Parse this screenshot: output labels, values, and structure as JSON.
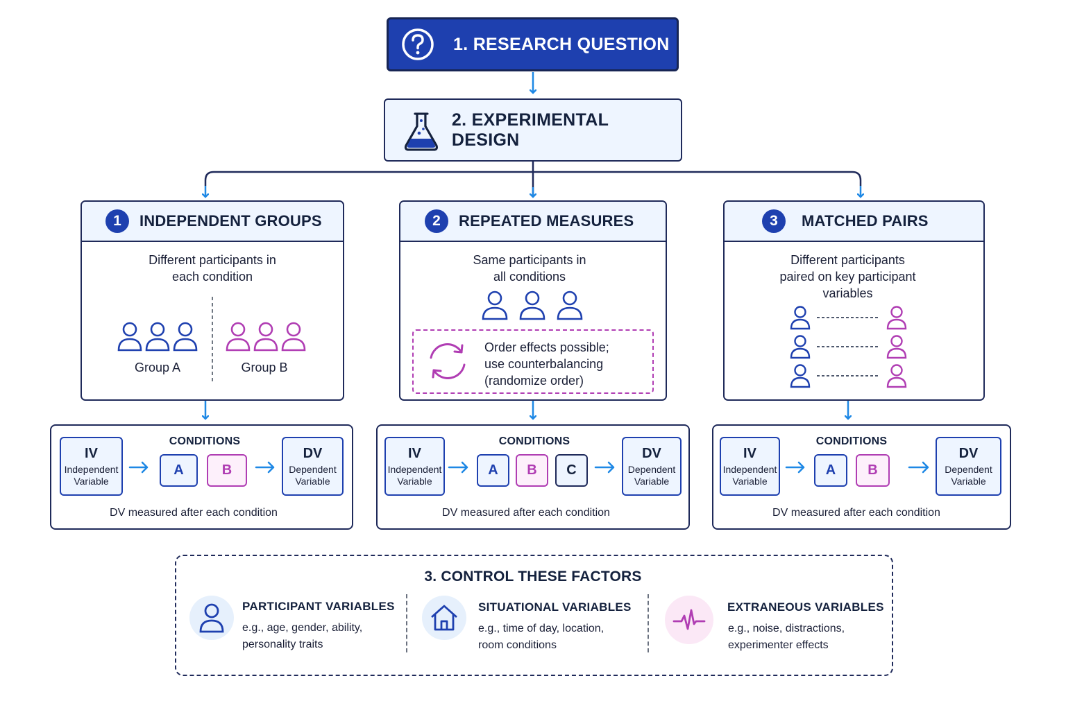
{
  "colors": {
    "navy": "#1e40af",
    "outline": "#1f2a5a",
    "arrow": "#1e88e5",
    "magenta": "#b03db3",
    "panel_fill": "#eef5ff"
  },
  "research_question": {
    "title": "1. RESEARCH QUESTION",
    "icon": "question-mark-icon"
  },
  "experimental_design": {
    "title": "2. EXPERIMENTAL DESIGN",
    "icon": "flask-icon"
  },
  "designs": [
    {
      "number": "1",
      "title": "INDEPENDENT GROUPS",
      "description": [
        "Different participants in",
        "each condition"
      ],
      "groups": [
        "Group A",
        "Group B"
      ]
    },
    {
      "number": "2",
      "title": "REPEATED MEASURES",
      "description": [
        "Same participants in",
        "all conditions"
      ],
      "note": [
        "Order effects possible;",
        "use counterbalancing",
        "(randomize order)"
      ],
      "note_icon": "refresh-cycle-icon"
    },
    {
      "number": "3",
      "title": "MATCHED PAIRS",
      "description": [
        "Different participants",
        "paired on key participant",
        "variables"
      ]
    }
  ],
  "conditions": [
    {
      "title": "CONDITIONS",
      "iv": "IV",
      "iv_lines": [
        "Independent",
        "Variable"
      ],
      "levels": [
        "A",
        "B"
      ],
      "dv": "DV",
      "dv_lines": [
        "Dependent",
        "Variable"
      ],
      "footer": "DV measured after each condition"
    },
    {
      "title": "CONDITIONS",
      "iv": "IV",
      "iv_lines": [
        "Independent",
        "Variable"
      ],
      "levels": [
        "A",
        "B",
        "C"
      ],
      "dv": "DV",
      "dv_lines": [
        "Dependent",
        "Variable"
      ],
      "footer": "DV measured after each condition"
    },
    {
      "title": "CONDITIONS",
      "iv": "IV",
      "iv_lines": [
        "Independent",
        "Variable"
      ],
      "levels": [
        "A",
        "B"
      ],
      "dv": "DV",
      "dv_lines": [
        "Dependent",
        "Variable"
      ],
      "footer": "DV measured after each condition"
    }
  ],
  "control": {
    "title": "3. CONTROL THESE FACTORS",
    "factors": [
      {
        "title": "PARTICIPANT VARIABLES",
        "desc": [
          "e.g., age, gender, ability,",
          "personality traits"
        ],
        "icon": "person-icon"
      },
      {
        "title": "SITUATIONAL VARIABLES",
        "desc": [
          "e.g., time of day, location,",
          "room conditions"
        ],
        "icon": "house-icon"
      },
      {
        "title": "EXTRANEOUS VARIABLES",
        "desc": [
          "e.g., noise, distractions,",
          "experimenter effects"
        ],
        "icon": "pulse-wave-icon"
      }
    ]
  }
}
